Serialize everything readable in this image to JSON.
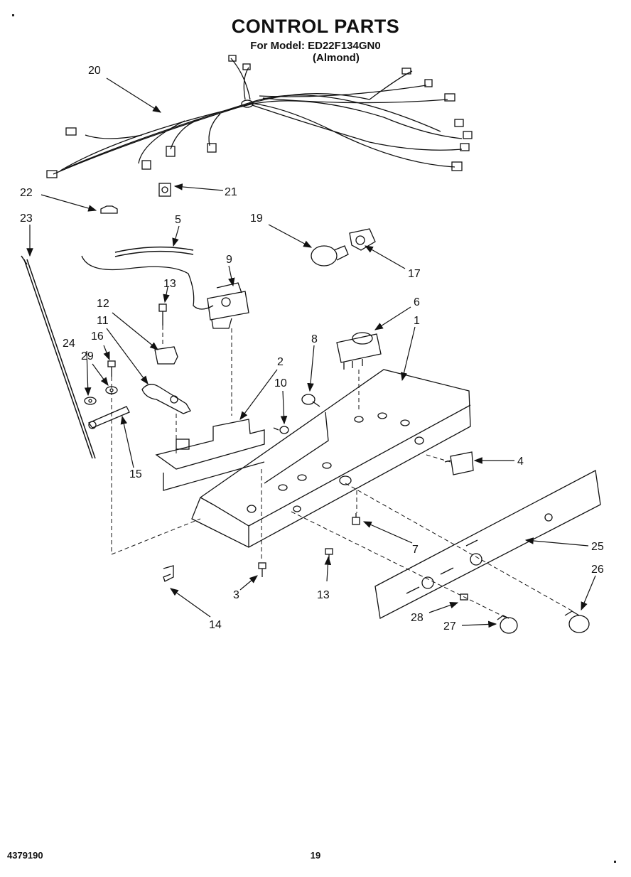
{
  "header": {
    "title": "CONTROL PARTS",
    "model_line": "For Model: ED22F134GN0",
    "variant": "(Almond)"
  },
  "footer": {
    "doc_number": "4379190",
    "page_number": "19"
  },
  "diagram": {
    "callouts": [
      "20",
      "21",
      "22",
      "23",
      "5",
      "19",
      "17",
      "9",
      "13",
      "12",
      "11",
      "16",
      "24",
      "29",
      "6",
      "8",
      "1",
      "2",
      "10",
      "15",
      "4",
      "7",
      "25",
      "3",
      "13",
      "26",
      "14",
      "28",
      "27"
    ]
  }
}
